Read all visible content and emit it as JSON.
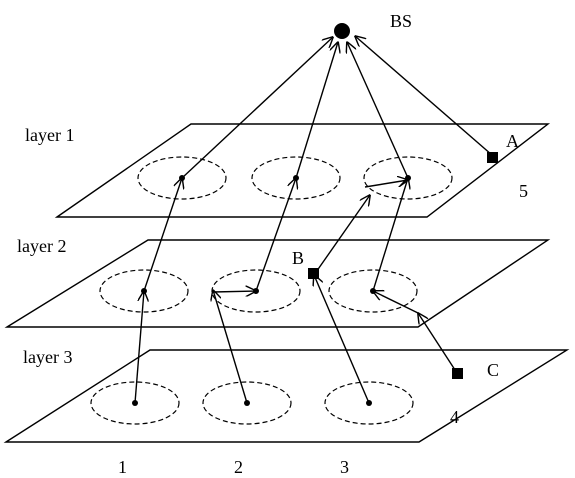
{
  "base_station": {
    "label": "BS"
  },
  "layers": [
    {
      "label": "layer 1"
    },
    {
      "label": "layer 2"
    },
    {
      "label": "layer 3"
    }
  ],
  "nodes": {
    "a": "A",
    "b": "B",
    "c": "C"
  },
  "numbers": {
    "col1": "1",
    "col2": "2",
    "col3": "3",
    "corner_layer3": "4",
    "corner_layer1": "5"
  }
}
